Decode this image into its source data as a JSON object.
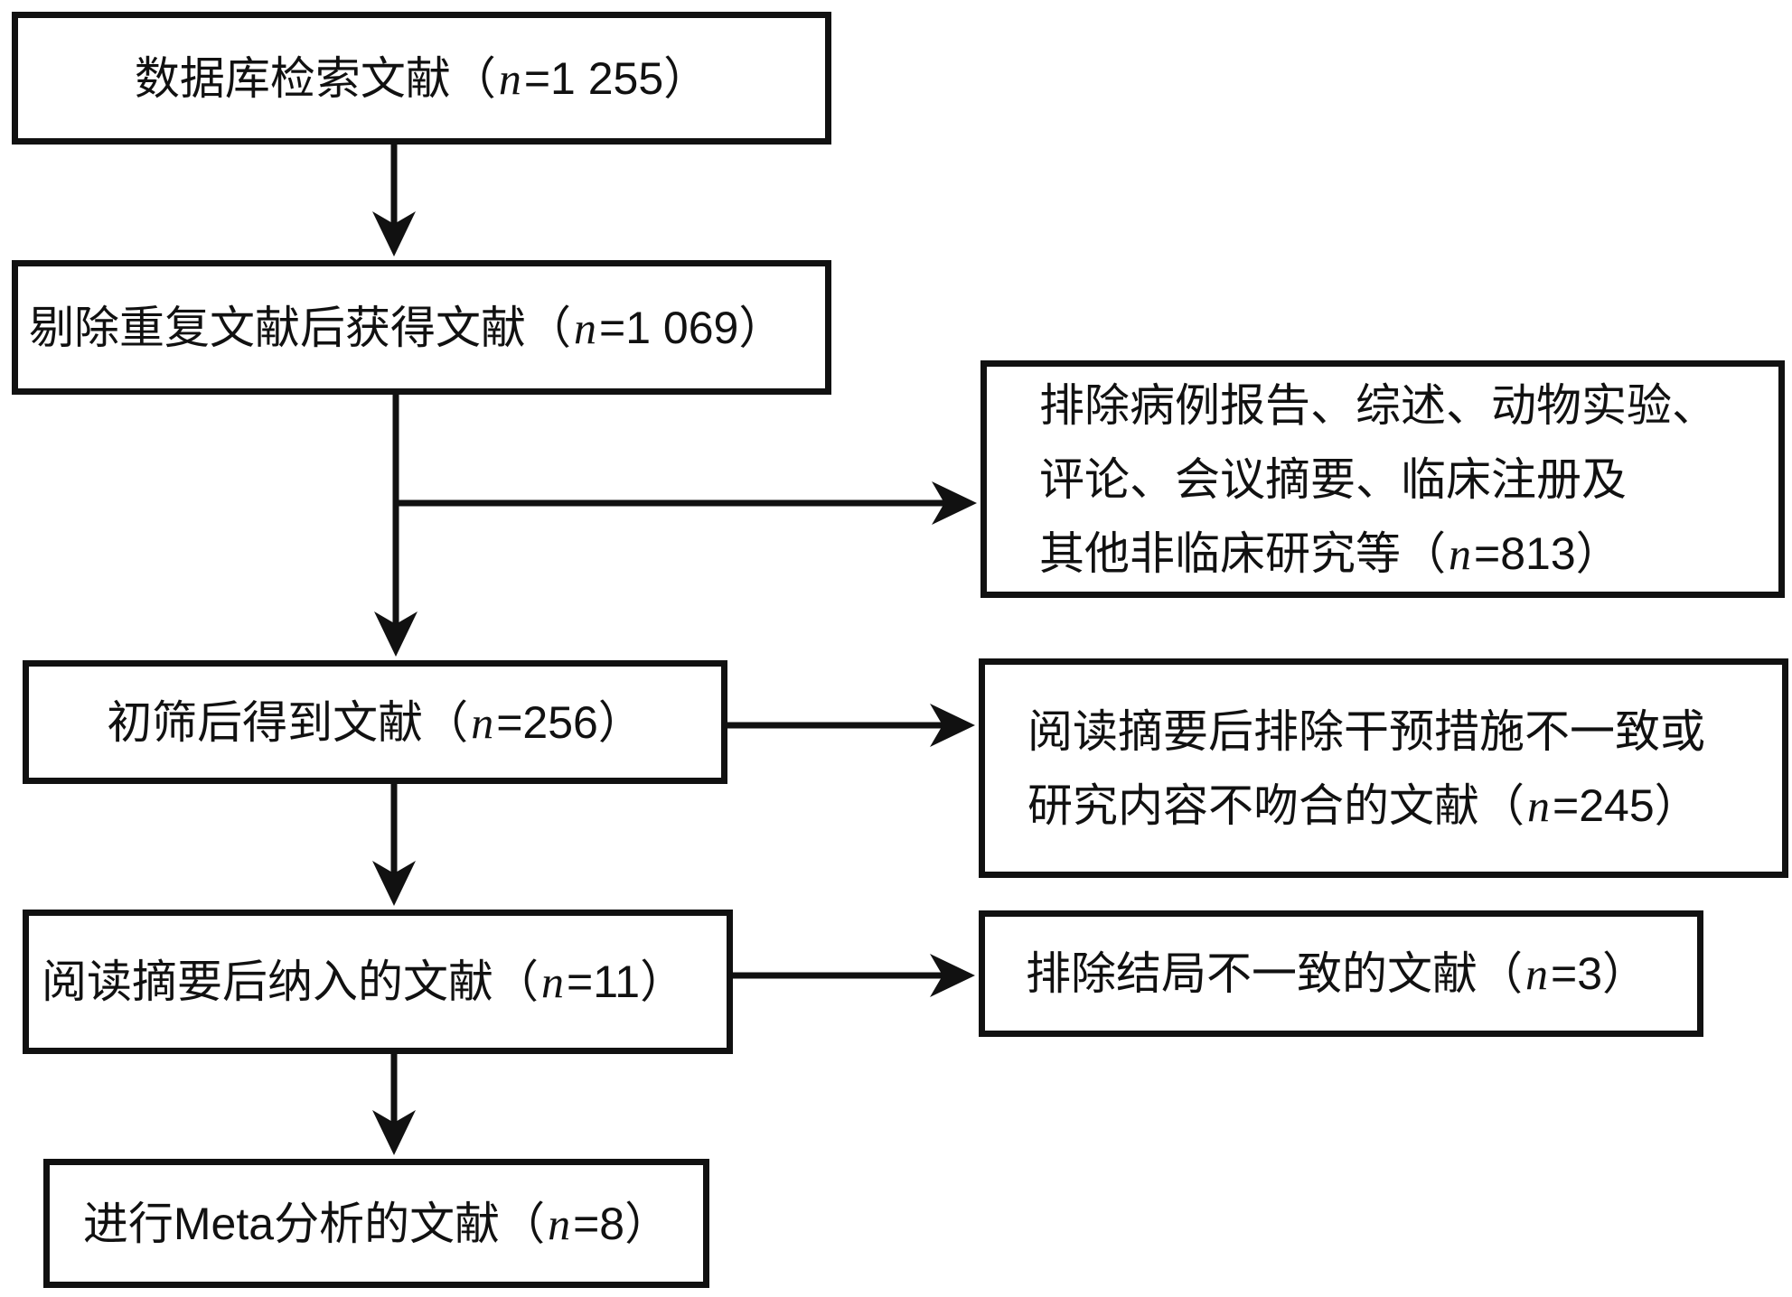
{
  "colors": {
    "line": "#111111",
    "text": "#111111",
    "background": "#ffffff"
  },
  "boxes": {
    "box1": {
      "before": "数据库检索文献（",
      "n": "n",
      "after": "=1 255）"
    },
    "box2": {
      "before": "剔除重复文献后获得文献（",
      "n": "n",
      "after": "=1 069）"
    },
    "box3": {
      "before": "初筛后得到文献（",
      "n": "n",
      "after": "=256）"
    },
    "box4": {
      "before": "阅读摘要后纳入的文献（",
      "n": "n",
      "after": "=11）"
    },
    "box5": {
      "before": "进行Meta分析的文献（",
      "n": "n",
      "after": "=8）"
    },
    "r1": {
      "line1": "排除病例报告、综述、动物实验、",
      "line2": "评论、会议摘要、临床注册及",
      "line3_before": "其他非临床研究等（",
      "n": "n",
      "line3_after": "=813）"
    },
    "r2": {
      "line1": "阅读摘要后排除干预措施不一致或",
      "line2_before": "研究内容不吻合的文献（",
      "n": "n",
      "line2_after": "=245）"
    },
    "r3": {
      "before": "排除结局不一致的文献（",
      "n": "n",
      "after": "=3）"
    }
  }
}
